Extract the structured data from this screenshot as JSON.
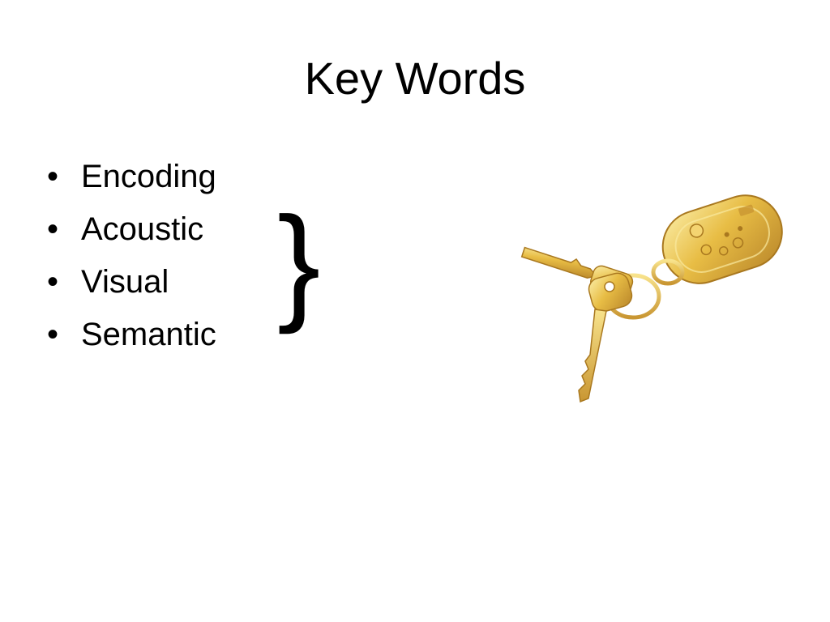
{
  "slide": {
    "title": "Key Words",
    "bullet_symbol": "•",
    "bullets": [
      {
        "label": "Encoding"
      },
      {
        "label": "Acoustic"
      },
      {
        "label": "Visual"
      },
      {
        "label": "Semantic"
      }
    ],
    "brace": "}"
  },
  "illustration": {
    "icon": "keychain-icon",
    "colors": {
      "gold_light": "#f6e08a",
      "gold_mid": "#e8bd45",
      "gold_dark": "#b9862a"
    }
  }
}
